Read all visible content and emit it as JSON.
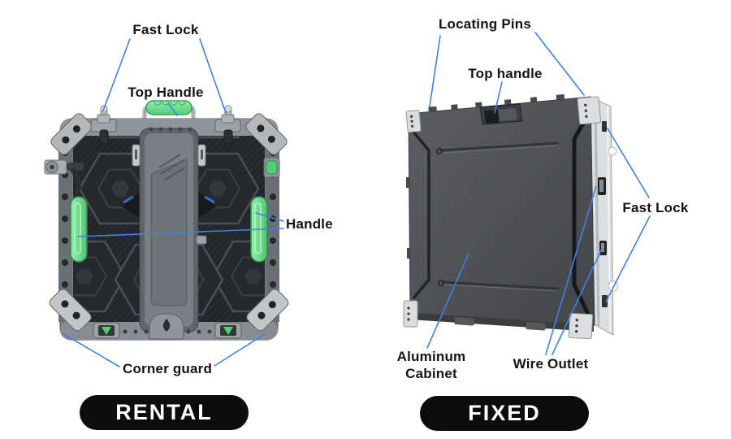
{
  "rental": {
    "badge": "RENTAL",
    "labels": {
      "fast_lock": "Fast Lock",
      "top_handle": "Top Handle",
      "handle": "Handle",
      "corner_guard": "Corner guard"
    }
  },
  "fixed": {
    "badge": "FIXED",
    "labels": {
      "locating_pins": "Locating Pins",
      "top_handle": "Top handle",
      "fast_lock": "Fast Lock",
      "aluminum_line1": "Aluminum",
      "aluminum_line2": "Cabinet",
      "wire_outlet": "Wire Outlet"
    }
  },
  "colors": {
    "leader_blue": "#3d82e2",
    "accent_green": "#6fdd8b",
    "badge_black": "#0c0c0c",
    "label_text": "#141414"
  }
}
